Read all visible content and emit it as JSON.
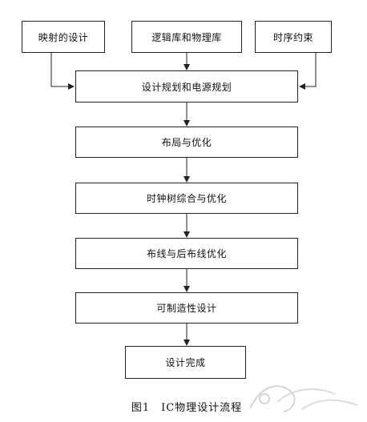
{
  "diagram": {
    "nodes": {
      "mapping": "映射的设计",
      "library": "逻辑库和物理库",
      "timing": "时序约束",
      "planning": "设计规划和电源规划",
      "placement": "布局与优化",
      "cts": "时钟树综合与优化",
      "routing": "布线与后布线优化",
      "dfm": "可制造性设计",
      "done": "设计完成"
    },
    "caption": "图1　IC物理设计流程"
  },
  "colors": {
    "stroke": "#222222",
    "text": "#111111",
    "background": "#ffffff"
  }
}
